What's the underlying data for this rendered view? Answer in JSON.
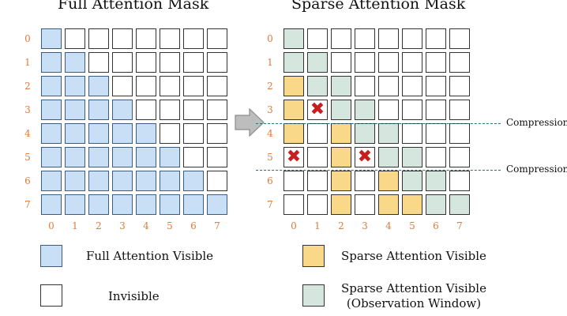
{
  "titles": {
    "left": "Full Attention Mask",
    "right": "Sparse Attention Mask"
  },
  "grid_size": 8,
  "row_labels": [
    "0",
    "1",
    "2",
    "3",
    "4",
    "5",
    "6",
    "7"
  ],
  "col_labels": [
    "0",
    "1",
    "2",
    "3",
    "4",
    "5",
    "6",
    "7"
  ],
  "left_grid_rows": [
    "F.......",
    "FF......",
    "FFF.....",
    "FFFF....",
    "FFFFF...",
    "FFFFFF..",
    "FFFFFFF.",
    "FFFFFFFF"
  ],
  "right_grid_rows": [
    "O.......",
    "OO......",
    "SOO.....",
    "SXOO....",
    "S.SOO...",
    "X.SXOO..",
    "..S.SOO.",
    "..S.SSOO"
  ],
  "cell_legend_codes": {
    "F": "full-attention-visible",
    "S": "sparse-attention-visible",
    "O": "sparse-attention-visible-observation-window",
    "X": "removed-sparse-entry",
    ".": "invisible"
  },
  "compression_labels": [
    "Compression",
    "Compression"
  ],
  "arrow_icon": "right-arrow-icon",
  "legend": {
    "full_visible": "Full Attention Visible",
    "invisible": "Invisible",
    "sparse_visible": "Sparse Attention Visible",
    "obs_line1": "Sparse Attention Visible",
    "obs_line2": "(Observation Window)"
  },
  "colors": {
    "full": "#c9dff6",
    "sparse": "#fad88a",
    "observation": "#d5e6de",
    "cross": "#c81e1e",
    "axis_labels": "#e07b39",
    "compression_line": "#2c6d80"
  }
}
